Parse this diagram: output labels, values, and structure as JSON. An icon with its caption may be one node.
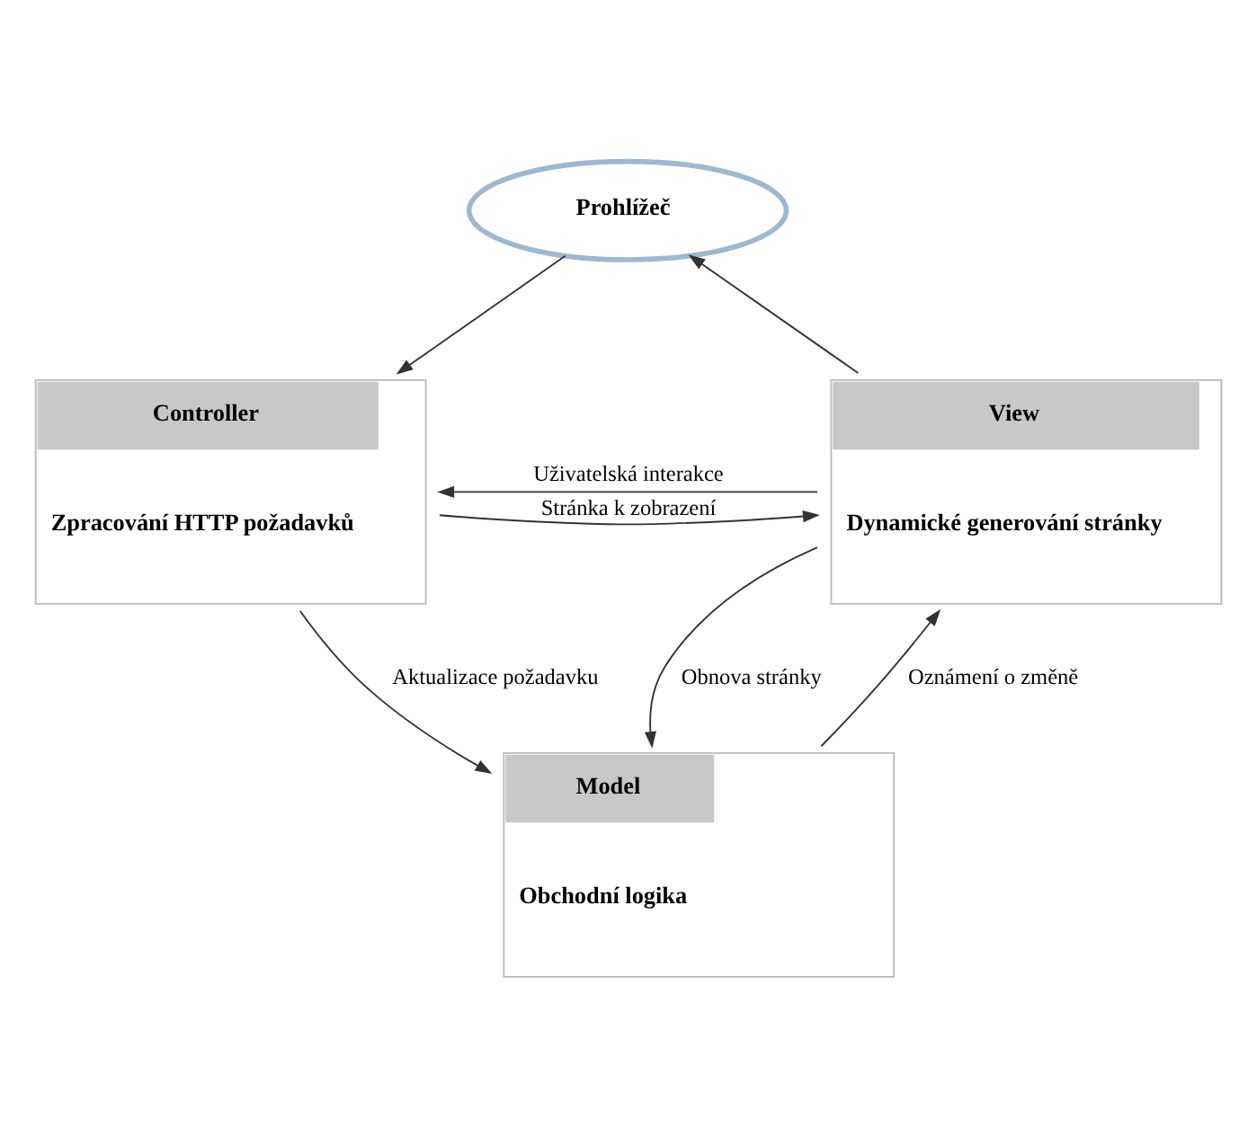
{
  "diagram": {
    "nodes": [
      {
        "text": [
          "Prohlížeč"
        ]
      },
      {
        "text": [
          "Controller",
          "Zpracování HTTP požadavků"
        ]
      },
      {
        "text": [
          "View",
          "Dynamické generování stránky"
        ]
      },
      {
        "text": [
          "Model",
          "Obchodní logika"
        ]
      }
    ],
    "edges": [
      {
        "from": 0,
        "to": 1,
        "arrow": "to"
      },
      {
        "from": 2,
        "to": 0,
        "arrow": "to"
      },
      {
        "from": 1,
        "to": 2,
        "arrow": "to",
        "label": "Stránka k zobrazení"
      },
      {
        "from": 2,
        "to": 1,
        "arrow": "to",
        "label": "Uživatelská interakce"
      },
      {
        "from": 1,
        "to": 3,
        "arrow": "to",
        "label": "Aktualizace požadavku"
      },
      {
        "from": 3,
        "to": 2,
        "arrow": "to",
        "label": "Oznámení o změně"
      },
      {
        "from": 2,
        "to": 3,
        "arrow": "to",
        "label": "Obnova stránky"
      }
    ]
  }
}
